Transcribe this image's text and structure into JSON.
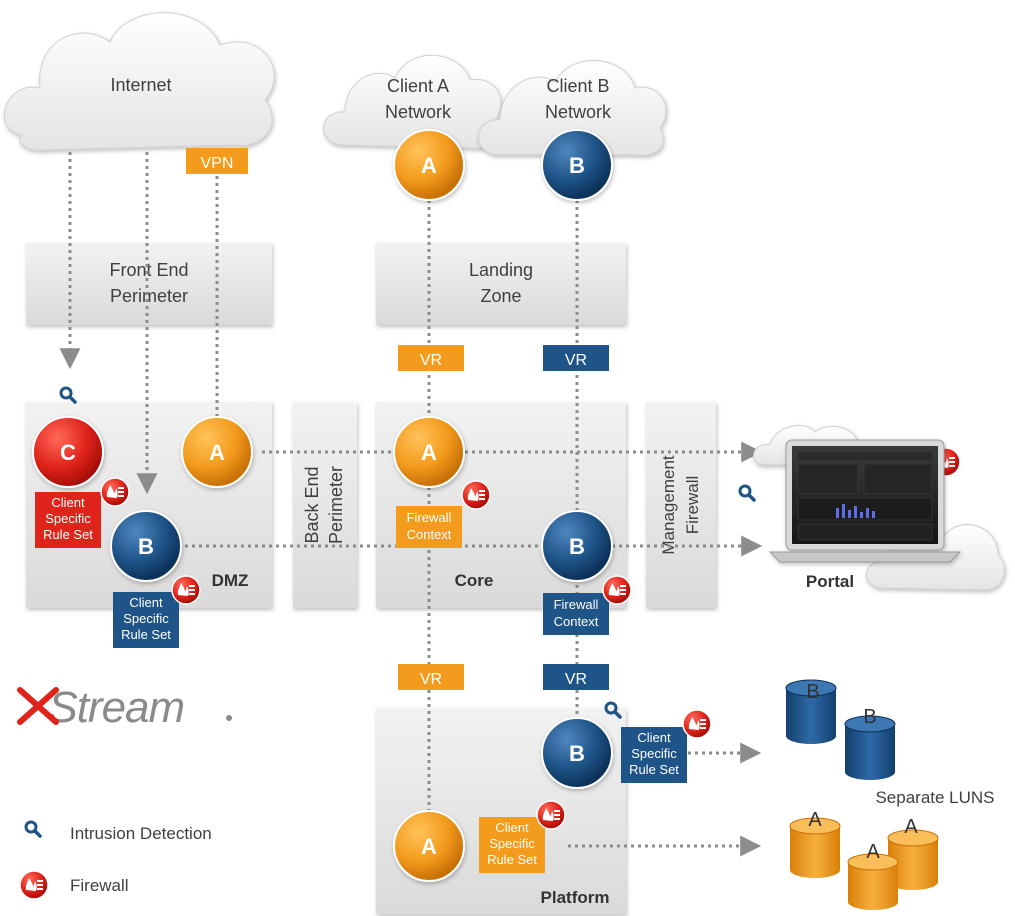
{
  "colors": {
    "orange": "#F29B1D",
    "orange_dark": "#C86F05",
    "blue": "#1E5487",
    "blue_dark": "#0C3058",
    "red": "#E0241B",
    "zone_gray": "#E6E6E6",
    "text_gray": "#404040",
    "dot_gray": "#8C8C8C"
  },
  "clouds": {
    "internet": "Internet",
    "client_a": [
      "Client A",
      "Network"
    ],
    "client_b": [
      "Client B",
      "Network"
    ]
  },
  "tags": {
    "vpn": "VPN",
    "vr": "VR"
  },
  "zones": {
    "front_end": [
      "Front End",
      "Perimeter"
    ],
    "landing": [
      "Landing",
      "Zone"
    ],
    "dmz": "DMZ",
    "back_end": [
      "Back End",
      "Perimeter"
    ],
    "core": "Core",
    "management": [
      "Management",
      "Firewall"
    ],
    "platform": "Platform"
  },
  "nodes": {
    "a": "A",
    "b": "B",
    "c": "C"
  },
  "labels": {
    "client_rule": [
      "Client",
      "Specific",
      "Rule Set"
    ],
    "firewall_context": [
      "Firewall",
      "Context"
    ],
    "portal": "Portal",
    "separate_luns": "Separate LUNS"
  },
  "lun_labels": [
    "B",
    "B",
    "A",
    "A",
    "A"
  ],
  "logo": "XStream",
  "legend": {
    "intrusion": "Intrusion Detection",
    "firewall": "Firewall"
  },
  "icons": {
    "intrusion": "magnifier-icon",
    "firewall": "flame-list-icon"
  }
}
